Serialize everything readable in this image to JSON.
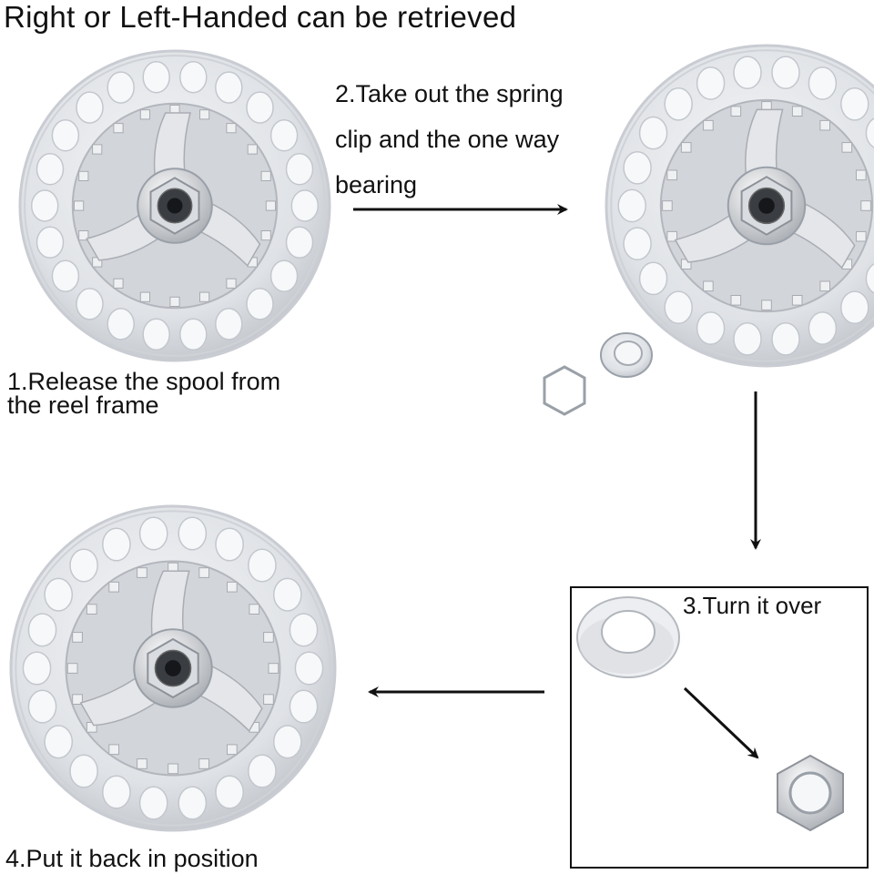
{
  "title": "Right or Left-Handed can be retrieved",
  "steps": {
    "step1_line1": "1.Release the spool from",
    "step1_line2": "the reel frame",
    "step2_line1": "2.Take out the spring",
    "step2_line2": "clip and the one way",
    "step2_line3": "bearing",
    "step3": "3.Turn it over",
    "step4": "4.Put it back in position"
  },
  "colors": {
    "metal": "#e6e8ec",
    "metal_shade": "#c9ccd2",
    "metal_dark": "#8e9299",
    "hole": "#f7f8fa",
    "arrow": "#111111"
  },
  "icons": [
    "spool-icon",
    "spring-clip-icon",
    "bearing-icon",
    "hex-nut-icon",
    "arrow-icon"
  ]
}
